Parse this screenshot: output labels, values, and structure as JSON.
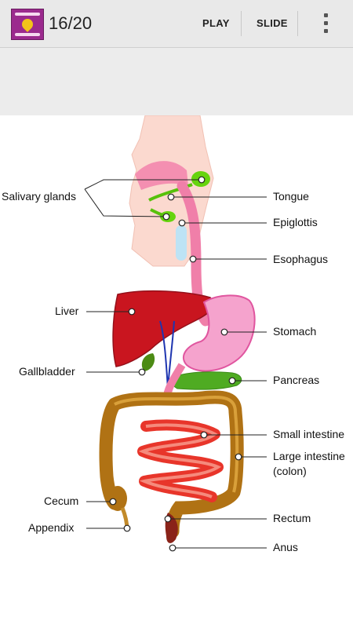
{
  "action_bar": {
    "app_icon": "app-logo-icon",
    "page_counter": "16/20",
    "play_label": "PLAY",
    "slide_label": "SLIDE",
    "overflow_icon": "more-vert-icon"
  },
  "diagram": {
    "labels": {
      "salivary": "Salivary glands",
      "tongue": "Tongue",
      "epiglottis": "Epiglottis",
      "esophagus": "Esophagus",
      "liver": "Liver",
      "stomach": "Stomach",
      "gallbladder": "Gallbladder",
      "pancreas": "Pancreas",
      "small_intestine": "Small intestine",
      "large_intestine_1": "Large intestine",
      "large_intestine_2": "(colon)",
      "cecum": "Cecum",
      "rectum": "Rectum",
      "appendix": "Appendix",
      "anus": "Anus"
    }
  }
}
